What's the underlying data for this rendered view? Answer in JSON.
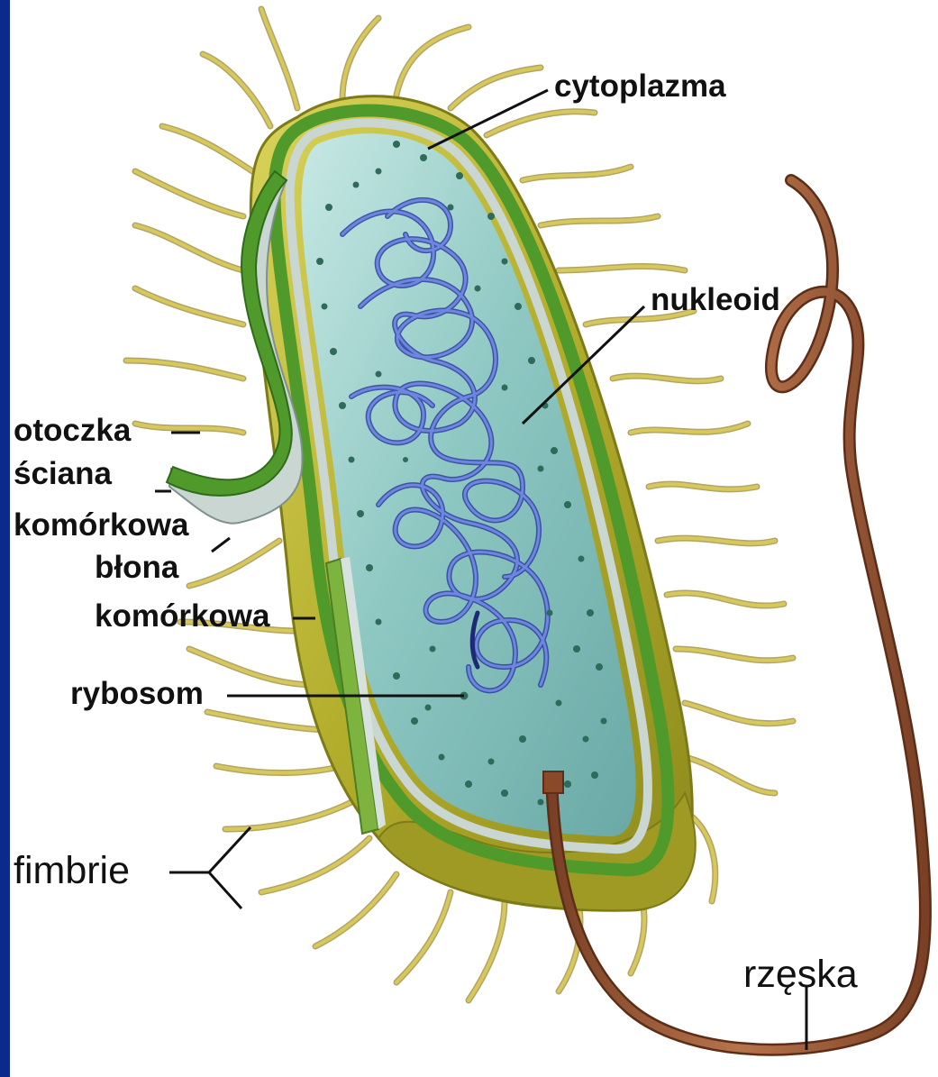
{
  "labels": {
    "cytoplazma": "cytoplazma",
    "nukleoid": "nukleoid",
    "otoczka": "otoczka",
    "sciana_line1": "ściana",
    "sciana_line2": "komórkowa",
    "blona_line1": "błona",
    "blona_line2": "komórkowa",
    "rybosom": "rybosom",
    "fimbrie": "fimbrie",
    "rzeska": "rzęska"
  },
  "colors": {
    "side_bar": "#0b2a8c",
    "fimbriae": "#c9b44a",
    "capsule": "#b8b332",
    "cell_wall": "#4f9a2a",
    "membrane": "#b9c9c4",
    "cytoplasm": "#8fc8c3",
    "nucleoid": "#4a5fc4",
    "ribosome": "#2f6b5a",
    "flagellum": "#9a5a3a",
    "leader_line": "#111111"
  }
}
